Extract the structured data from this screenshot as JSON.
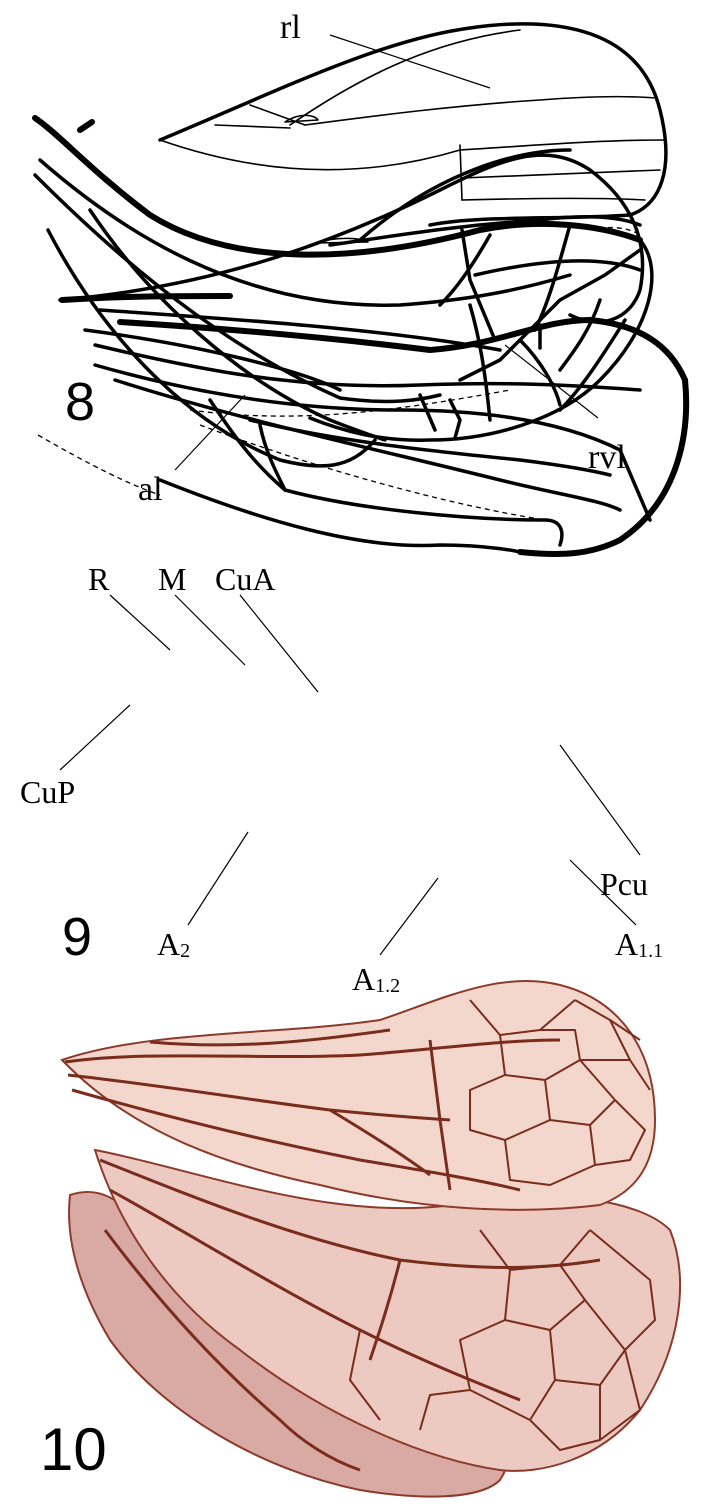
{
  "figure8": {
    "number": "8",
    "labels": {
      "rl": "rl",
      "rvl": "rvl",
      "al": "al"
    }
  },
  "figure9": {
    "number": "9",
    "labels": {
      "R": "R",
      "M": "M",
      "CuA": "CuA",
      "CuP": "CuP",
      "Pcu": "Pcu",
      "A2_main": "A",
      "A2_sub": "2",
      "A11_main": "A",
      "A11_sub": "1.1",
      "A12_main": "A",
      "A12_sub": "1.2"
    }
  },
  "figure10": {
    "number": "10",
    "photo_tint": "#e9c2b8",
    "vein_color": "#7a2d1c"
  }
}
